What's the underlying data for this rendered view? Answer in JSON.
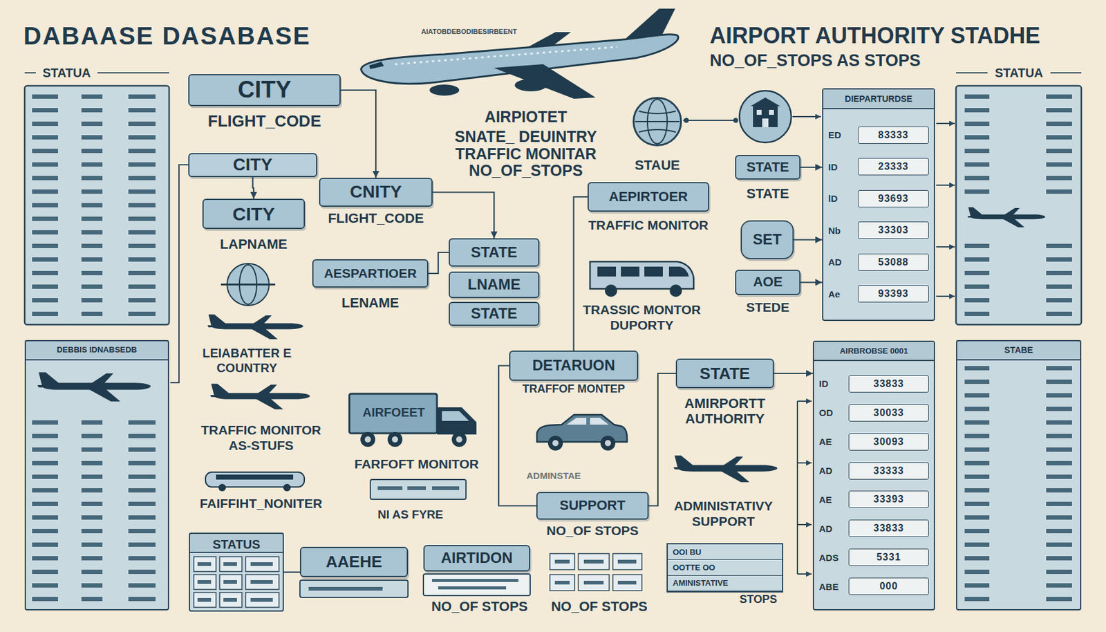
{
  "diagram": {
    "title": "DABAASE DASABASE",
    "nodes": [
      {
        "text": [
          "CITY",
          "FLIGHT_CODE"
        ]
      },
      {
        "text": [
          "CITY"
        ]
      },
      {
        "text": [
          "CITY",
          "LAPNAME"
        ]
      },
      {
        "text": [
          "CNITY",
          "FLIGHT_CODE"
        ]
      },
      {
        "text": [
          "AESPARTIOER",
          "LENAME"
        ]
      },
      {
        "text": [
          "STATE"
        ]
      },
      {
        "text": [
          "LNAME"
        ]
      },
      {
        "text": [
          "STATE"
        ]
      },
      {
        "text": [
          "STAUE"
        ]
      },
      {
        "text": [
          "AEPIRTOER",
          "TRAFFIC MONITOR"
        ]
      },
      {
        "text": [
          "STATE",
          "STATE"
        ]
      },
      {
        "text": [
          "SET"
        ]
      },
      {
        "text": [
          "AOE",
          "STEDE"
        ]
      },
      {
        "text": [
          "DIEPARTURDSE",
          "ED",
          "83333",
          "ID",
          "23333",
          "lD",
          "93693",
          "Nb",
          "33303",
          "AD",
          "53088",
          "Ae",
          "93393"
        ]
      },
      {
        "text": [
          "DEBBIS IDNABSEDB"
        ]
      },
      {
        "text": [
          "DETARUON",
          "TRAFFOF MONTEP"
        ]
      },
      {
        "text": [
          "STATE",
          "AMIRPORTT AUTHORITY"
        ]
      },
      {
        "text": [
          "AIRBROBSE 0001",
          "ID",
          "33833",
          "OD",
          "30033",
          "AE",
          "30093",
          "AD",
          "33333",
          "AE",
          "33393",
          "AD",
          "33833",
          "ADS",
          "5331",
          "ABE",
          "000"
        ]
      },
      {
        "text": [
          "STABE"
        ]
      },
      {
        "text": [
          "SUPPORT",
          "NO_OF STOPS"
        ]
      },
      {
        "text": [
          "STATUS"
        ]
      },
      {
        "text": [
          "AAEHE"
        ]
      },
      {
        "text": [
          "AIRTIDON"
        ]
      },
      {
        "text": [
          "OOI BU",
          "OOTTE OO",
          "AMINISTATIVE",
          "STOPS"
        ]
      }
    ],
    "edges": [
      {
        "from": 1,
        "to": 2,
        "arrow": "to"
      },
      {
        "from": 0,
        "to": 3,
        "arrow": "to"
      },
      {
        "from": 4,
        "to": 5,
        "arrow": "none"
      },
      {
        "from": 3,
        "to": 5,
        "arrow": "to"
      },
      {
        "from": 9,
        "to": 15,
        "arrow": "none"
      },
      {
        "from": 10,
        "to": 13,
        "arrow": "to"
      },
      {
        "from": 11,
        "to": 13,
        "arrow": "to"
      },
      {
        "from": 12,
        "to": 13,
        "arrow": "to"
      },
      {
        "from": 16,
        "to": 17,
        "arrow": "to"
      },
      {
        "from": 15,
        "to": 19,
        "arrow": "none"
      },
      {
        "from": 16,
        "to": 19,
        "arrow": "none"
      },
      {
        "from": 20,
        "to": 21,
        "arrow": "none"
      }
    ],
    "labels": [
      "AIATOBDEBODIBESIRBEENT",
      "STATUA",
      "AIRPORT AUTHORITY STADHE",
      "NO_OF_STOPS AS STOPS",
      "STATUA",
      "AIRPIOTET",
      "SNATE_ DEUINTRY",
      "TRAFFIC MONITAR",
      "NO_OF_STOPS",
      "LEIABATTER E COUNTRY",
      "TRAFFIC MONITOR AS-STUFS",
      "FARFOFT MONITOR",
      "FAIFFIHT_NONITER",
      "NI AS FYRE",
      "TRASSIC MONTOR DUPORTY",
      "ADMINSTAE",
      "ADMINISTATIVY SUPPORT",
      "NO_OF STOPS",
      "NO_OF STOPS",
      "AIRFOEET"
    ]
  }
}
